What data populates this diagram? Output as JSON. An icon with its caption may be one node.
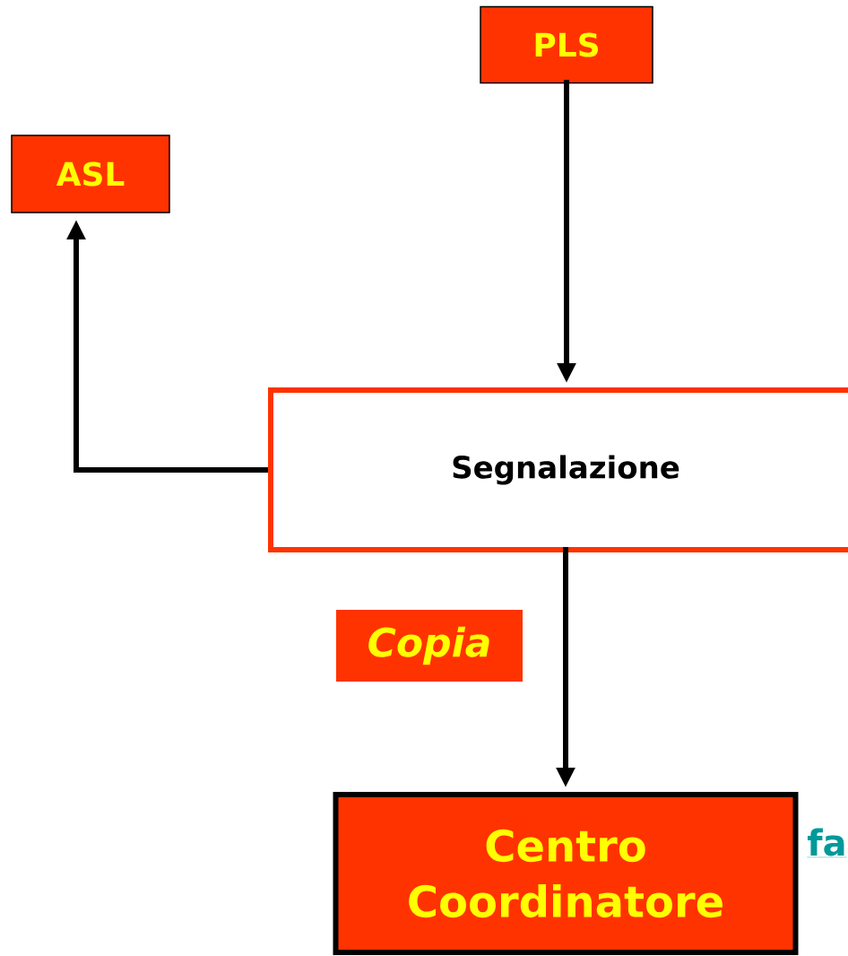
{
  "diagram": {
    "nodes": [
      {
        "text": [
          "PLS"
        ]
      },
      {
        "text": [
          "ASL"
        ]
      },
      {
        "text": [
          "Segnalazione"
        ]
      },
      {
        "text": [
          "Copia"
        ]
      },
      {
        "text": [
          "Centro Coordinatore"
        ]
      }
    ],
    "edges": [
      {
        "from": 0,
        "to": 2,
        "arrow": "to"
      },
      {
        "from": 2,
        "to": 1,
        "arrow": "to"
      },
      {
        "from": 2,
        "to": 4,
        "arrow": "to"
      }
    ],
    "labels": [
      "fa"
    ]
  }
}
